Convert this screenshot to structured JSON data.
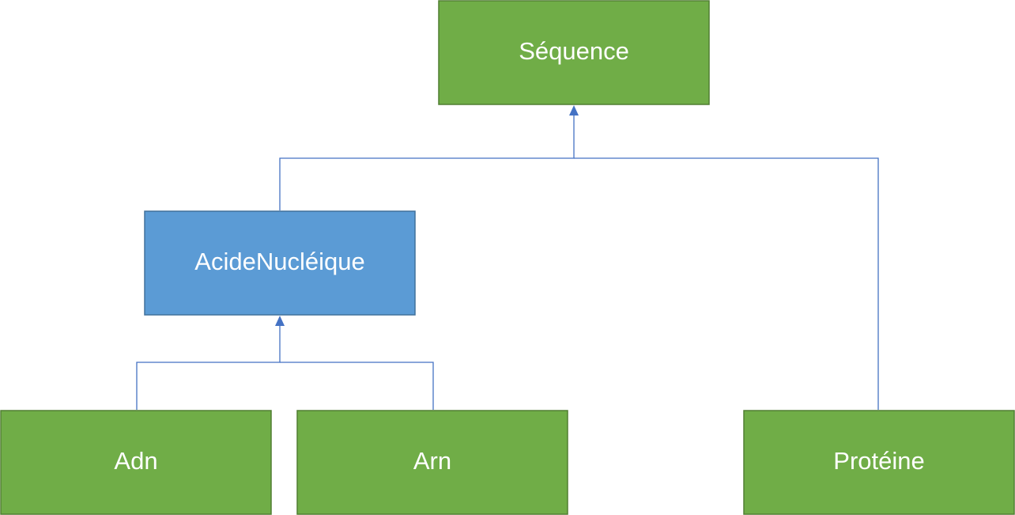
{
  "diagram": {
    "nodes": {
      "sequence": {
        "label": "Séquence",
        "fill": "#70AD47",
        "stroke": "#507E32"
      },
      "acide_nucleique": {
        "label": "AcideNucléique",
        "fill": "#5B9BD5",
        "stroke": "#41719C"
      },
      "adn": {
        "label": "Adn",
        "fill": "#70AD47",
        "stroke": "#507E32"
      },
      "arn": {
        "label": "Arn",
        "fill": "#70AD47",
        "stroke": "#507E32"
      },
      "proteine": {
        "label": "Protéine",
        "fill": "#70AD47",
        "stroke": "#507E32"
      }
    },
    "edges": [
      {
        "from": "acide_nucleique",
        "to": "sequence",
        "type": "inheritance"
      },
      {
        "from": "proteine",
        "to": "sequence",
        "type": "inheritance"
      },
      {
        "from": "adn",
        "to": "acide_nucleique",
        "type": "inheritance"
      },
      {
        "from": "arn",
        "to": "acide_nucleique",
        "type": "inheritance"
      }
    ],
    "connector_color": "#4472C4"
  }
}
